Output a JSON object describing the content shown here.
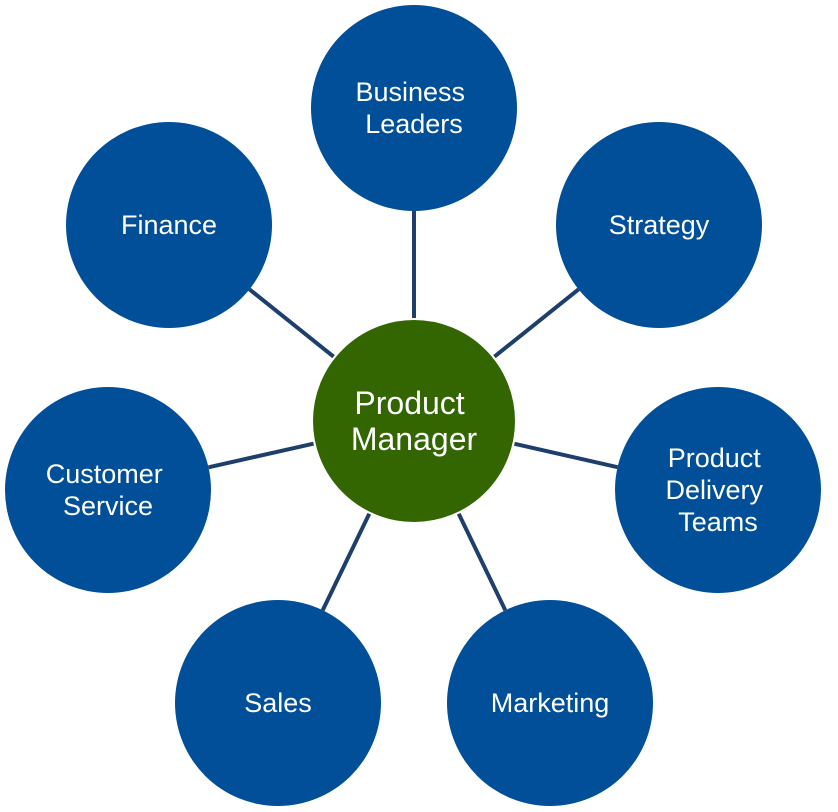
{
  "diagram": {
    "center": {
      "label_lines": [
        "Product",
        "Manager"
      ],
      "color": "#336600"
    },
    "satellites": [
      {
        "id": "business-leaders",
        "label_lines": [
          "Business",
          "Leaders"
        ]
      },
      {
        "id": "strategy",
        "label_lines": [
          "Strategy"
        ]
      },
      {
        "id": "product-delivery-teams",
        "label_lines": [
          "Product",
          "Delivery",
          "Teams"
        ]
      },
      {
        "id": "marketing",
        "label_lines": [
          "Marketing"
        ]
      },
      {
        "id": "sales",
        "label_lines": [
          "Sales"
        ]
      },
      {
        "id": "customer-service",
        "label_lines": [
          "Customer",
          "Service"
        ]
      },
      {
        "id": "finance",
        "label_lines": [
          "Finance"
        ]
      }
    ],
    "colors": {
      "satellite": "#004f98",
      "connector": "#1e3f6b",
      "text": "#ffffff"
    }
  }
}
